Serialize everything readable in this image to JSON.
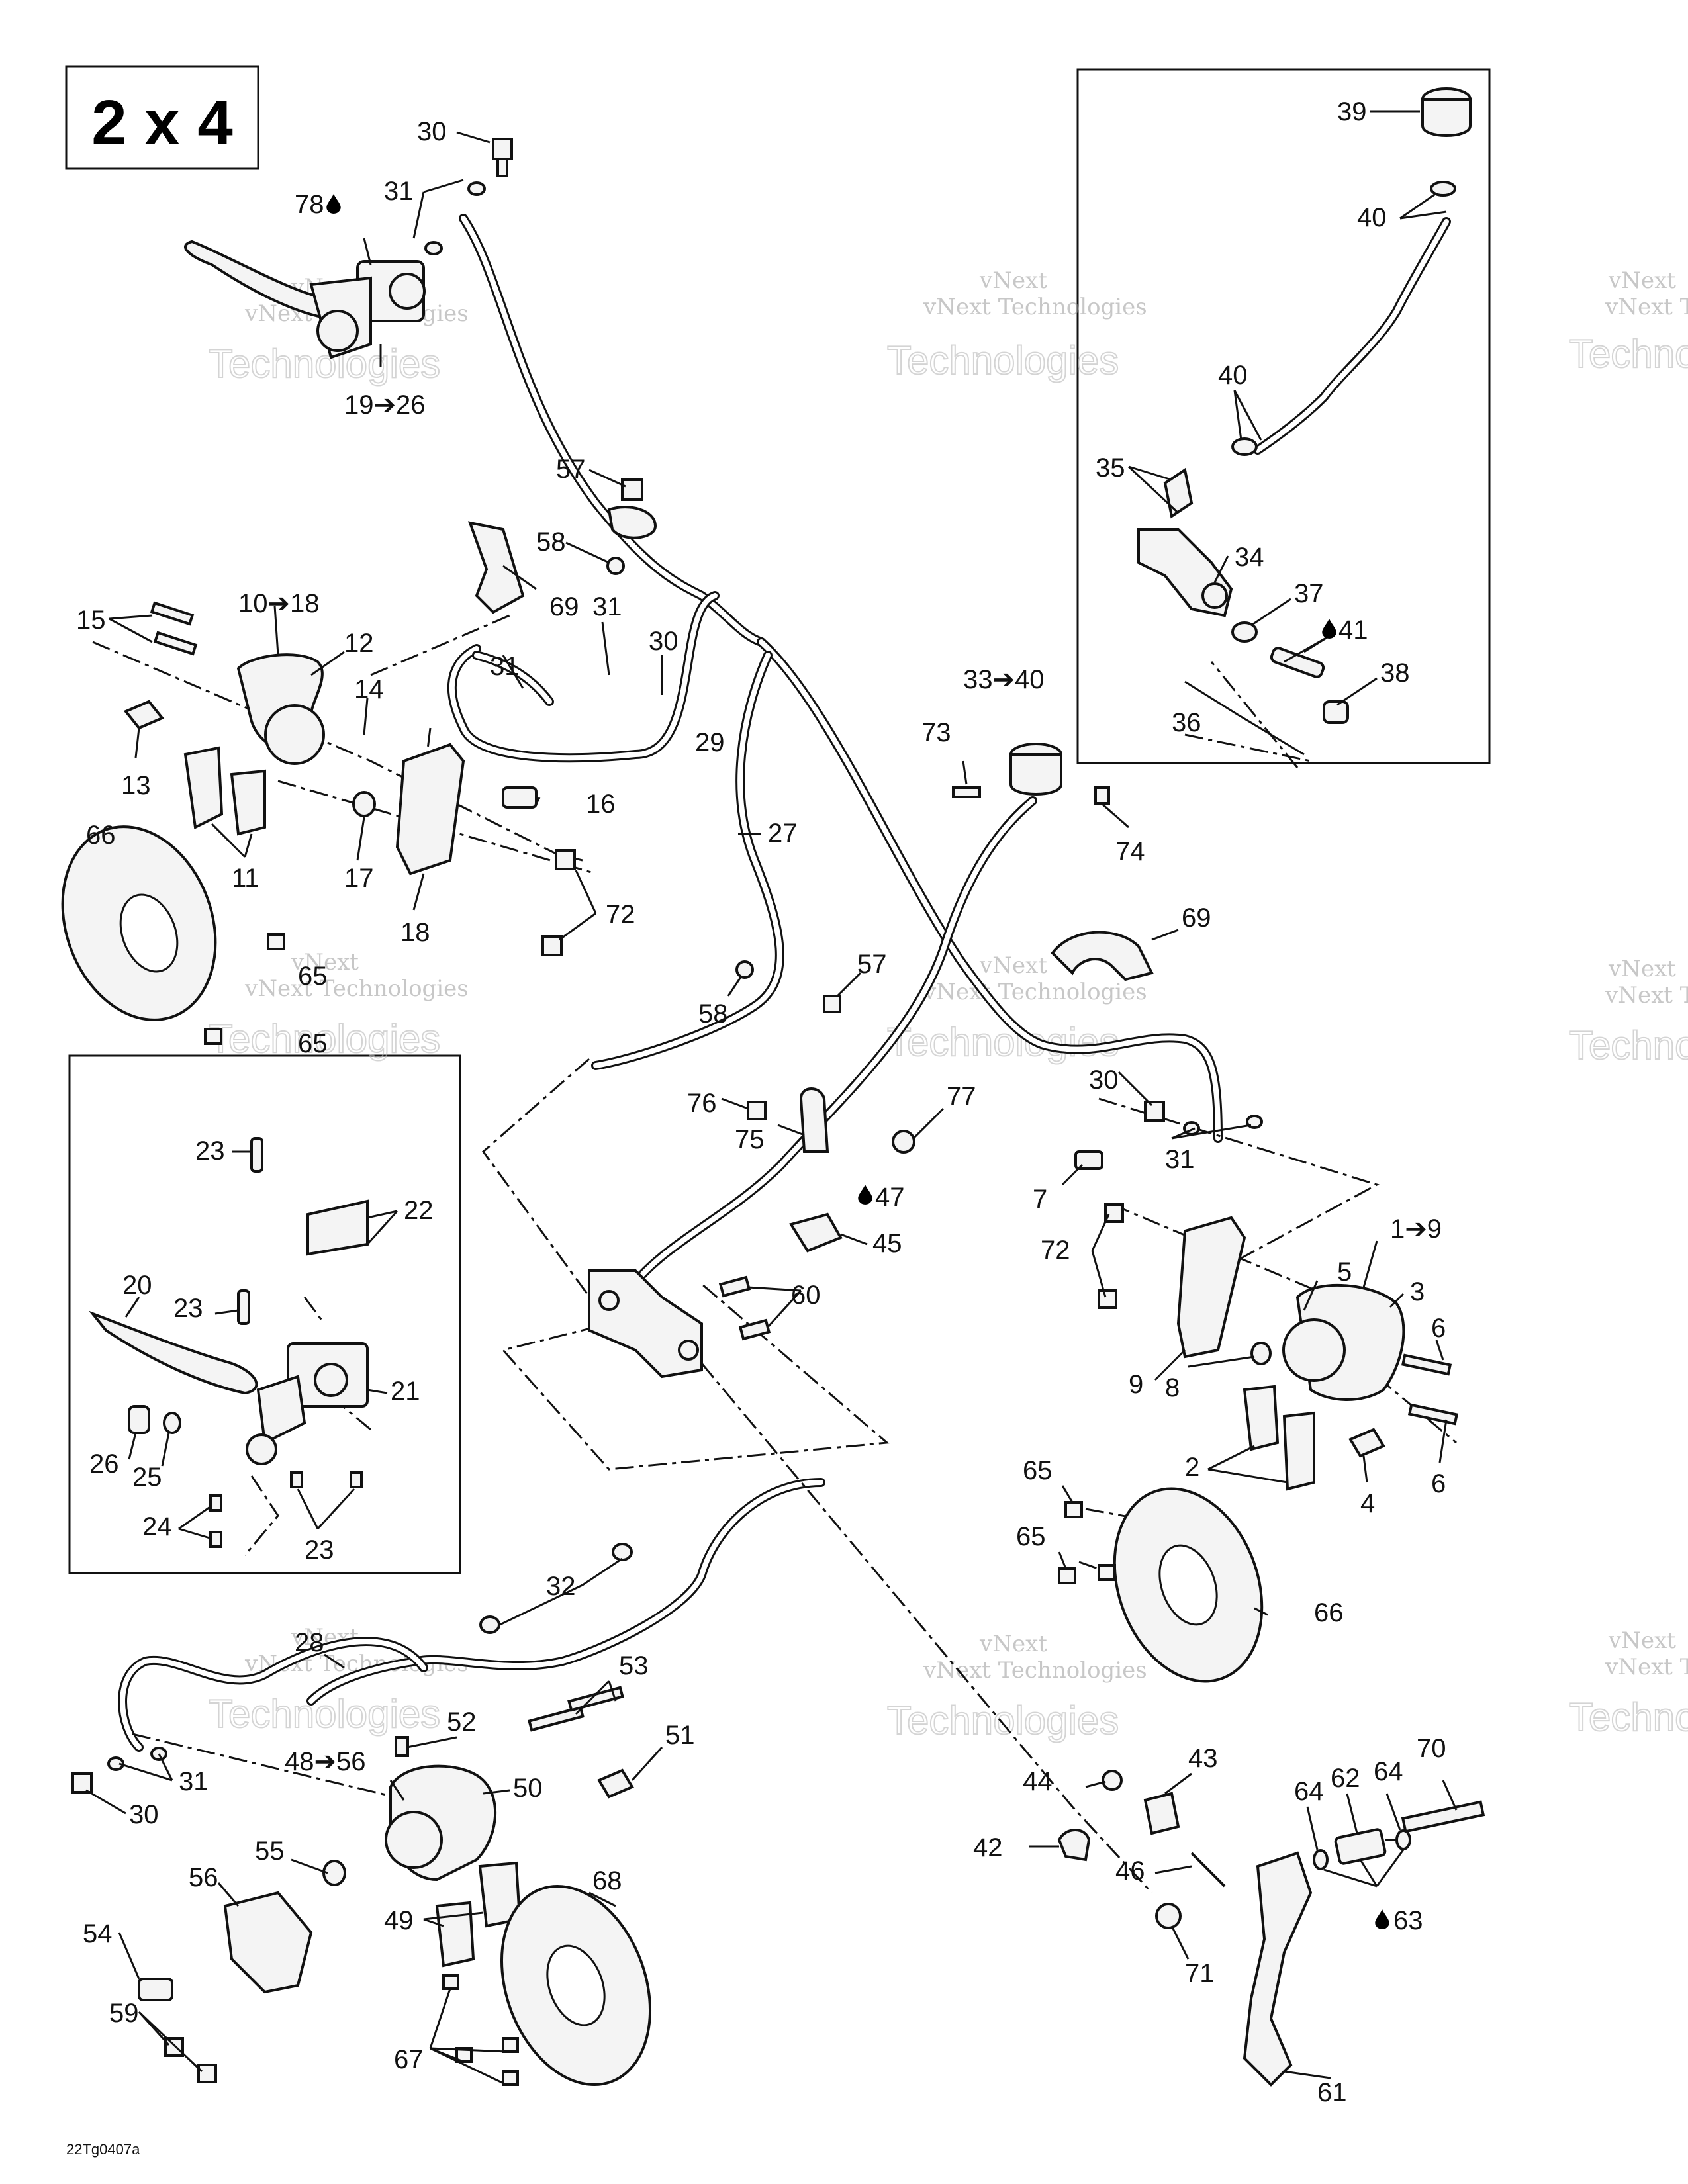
{
  "title_badge": "2 x 4",
  "figure_code": "22Tg0407a",
  "watermark": {
    "line1": "vNext Technologies",
    "line2": "Technologies",
    "prefix": "vNext"
  },
  "callouts": [
    {
      "id": "c30a",
      "text": "30"
    },
    {
      "id": "c31a",
      "text": "31"
    },
    {
      "id": "c78",
      "text": "78"
    },
    {
      "id": "c19",
      "text": "19➔26"
    },
    {
      "id": "c57a",
      "text": "57"
    },
    {
      "id": "c58a",
      "text": "58"
    },
    {
      "id": "c69a",
      "text": "69"
    },
    {
      "id": "c31b",
      "text": "31"
    },
    {
      "id": "c30b",
      "text": "30"
    },
    {
      "id": "c31c",
      "text": "31"
    },
    {
      "id": "c29",
      "text": "29"
    },
    {
      "id": "c15",
      "text": "15"
    },
    {
      "id": "c10",
      "text": "10➔18"
    },
    {
      "id": "c12",
      "text": "12"
    },
    {
      "id": "c14",
      "text": "14"
    },
    {
      "id": "c13",
      "text": "13"
    },
    {
      "id": "c16",
      "text": "16"
    },
    {
      "id": "c11",
      "text": "11"
    },
    {
      "id": "c17",
      "text": "17"
    },
    {
      "id": "c18",
      "text": "18"
    },
    {
      "id": "c72a",
      "text": "72"
    },
    {
      "id": "c66a",
      "text": "66"
    },
    {
      "id": "c65a",
      "text": "65"
    },
    {
      "id": "c65b",
      "text": "65"
    },
    {
      "id": "c27",
      "text": "27"
    },
    {
      "id": "c33",
      "text": "33➔40"
    },
    {
      "id": "c73",
      "text": "73"
    },
    {
      "id": "c74",
      "text": "74"
    },
    {
      "id": "c69b",
      "text": "69"
    },
    {
      "id": "c57b",
      "text": "57"
    },
    {
      "id": "c58b",
      "text": "58"
    },
    {
      "id": "c76",
      "text": "76"
    },
    {
      "id": "c75",
      "text": "75"
    },
    {
      "id": "c77",
      "text": "77"
    },
    {
      "id": "c30c",
      "text": "30"
    },
    {
      "id": "c31d",
      "text": "31"
    },
    {
      "id": "c47",
      "text": "47"
    },
    {
      "id": "c45",
      "text": "45"
    },
    {
      "id": "c60",
      "text": "60"
    },
    {
      "id": "c7",
      "text": "7"
    },
    {
      "id": "c72b",
      "text": "72"
    },
    {
      "id": "c1",
      "text": "1➔9"
    },
    {
      "id": "c5",
      "text": "5"
    },
    {
      "id": "c3",
      "text": "3"
    },
    {
      "id": "c6a",
      "text": "6"
    },
    {
      "id": "c9",
      "text": "9"
    },
    {
      "id": "c8",
      "text": "8"
    },
    {
      "id": "c6b",
      "text": "6"
    },
    {
      "id": "c2",
      "text": "2"
    },
    {
      "id": "c4",
      "text": "4"
    },
    {
      "id": "c65c",
      "text": "65"
    },
    {
      "id": "c65d",
      "text": "65"
    },
    {
      "id": "c66b",
      "text": "66"
    },
    {
      "id": "c23a",
      "text": "23"
    },
    {
      "id": "c22",
      "text": "22"
    },
    {
      "id": "c20",
      "text": "20"
    },
    {
      "id": "c23b",
      "text": "23"
    },
    {
      "id": "c21",
      "text": "21"
    },
    {
      "id": "c26",
      "text": "26"
    },
    {
      "id": "c25",
      "text": "25"
    },
    {
      "id": "c24",
      "text": "24"
    },
    {
      "id": "c23c",
      "text": "23"
    },
    {
      "id": "c32",
      "text": "32"
    },
    {
      "id": "c28",
      "text": "28"
    },
    {
      "id": "c53",
      "text": "53"
    },
    {
      "id": "c52",
      "text": "52"
    },
    {
      "id": "c51",
      "text": "51"
    },
    {
      "id": "c48",
      "text": "48➔56"
    },
    {
      "id": "c50",
      "text": "50"
    },
    {
      "id": "c31e",
      "text": "31"
    },
    {
      "id": "c30d",
      "text": "30"
    },
    {
      "id": "c55",
      "text": "55"
    },
    {
      "id": "c56",
      "text": "56"
    },
    {
      "id": "c54",
      "text": "54"
    },
    {
      "id": "c49",
      "text": "49"
    },
    {
      "id": "c68",
      "text": "68"
    },
    {
      "id": "c59",
      "text": "59"
    },
    {
      "id": "c67",
      "text": "67"
    },
    {
      "id": "c44",
      "text": "44"
    },
    {
      "id": "c43",
      "text": "43"
    },
    {
      "id": "c42",
      "text": "42"
    },
    {
      "id": "c46",
      "text": "46"
    },
    {
      "id": "c71",
      "text": "71"
    },
    {
      "id": "c70",
      "text": "70"
    },
    {
      "id": "c64a",
      "text": "64"
    },
    {
      "id": "c62",
      "text": "62"
    },
    {
      "id": "c64b",
      "text": "64"
    },
    {
      "id": "c63",
      "text": "63"
    },
    {
      "id": "c61",
      "text": "61"
    },
    {
      "id": "c39",
      "text": "39"
    },
    {
      "id": "c40a",
      "text": "40"
    },
    {
      "id": "c40b",
      "text": "40"
    },
    {
      "id": "c35",
      "text": "35"
    },
    {
      "id": "c34",
      "text": "34"
    },
    {
      "id": "c37",
      "text": "37"
    },
    {
      "id": "c41",
      "text": "41"
    },
    {
      "id": "c38",
      "text": "38"
    },
    {
      "id": "c36",
      "text": "36"
    }
  ]
}
